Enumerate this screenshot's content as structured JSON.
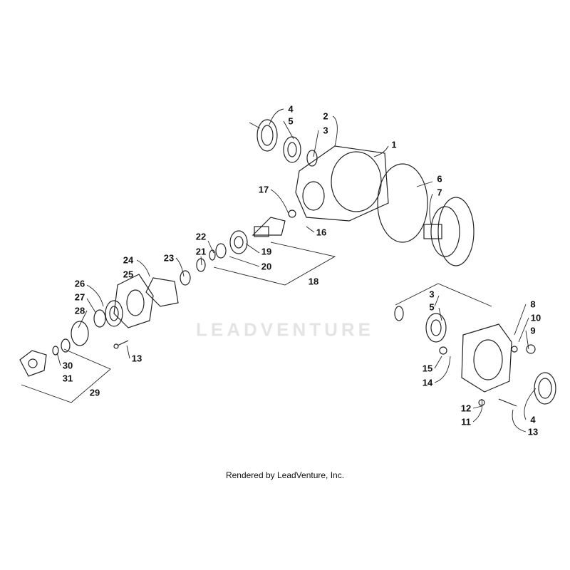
{
  "watermark": "LEADVENTURE",
  "footer": "Rendered by LeadVenture, Inc.",
  "callouts": [
    "4",
    "5",
    "2",
    "3",
    "1",
    "17",
    "16",
    "6",
    "7",
    "22",
    "21",
    "19",
    "20",
    "18",
    "24",
    "25",
    "23",
    "26",
    "27",
    "28",
    "13",
    "30",
    "31",
    "29",
    "3",
    "5",
    "8",
    "10",
    "9",
    "15",
    "14",
    "12",
    "11",
    "4",
    "13"
  ]
}
